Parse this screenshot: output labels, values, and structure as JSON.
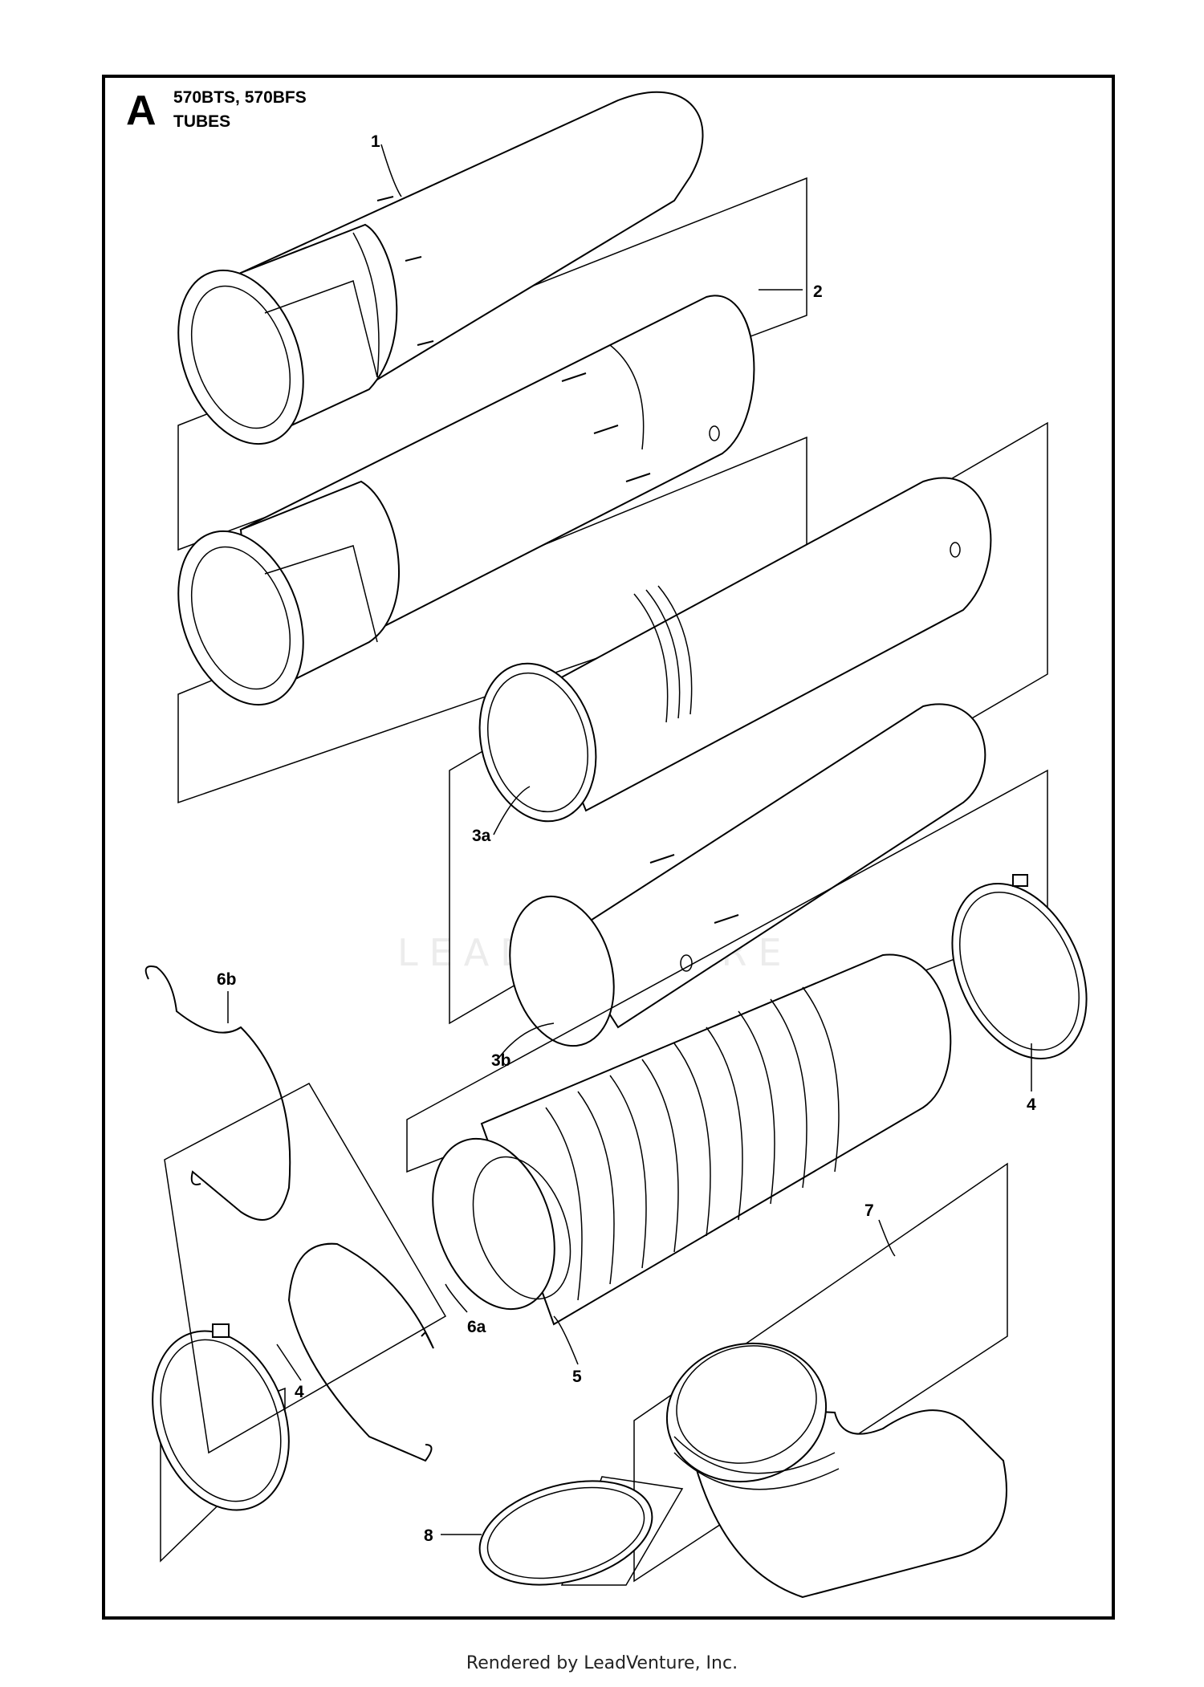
{
  "header": {
    "section_letter": "A",
    "models": "570BTS, 570BFS",
    "title": "TUBES"
  },
  "callouts": {
    "p1": "1",
    "p2": "2",
    "p3a": "3a",
    "p3b": "3b",
    "p4a": "4",
    "p4b": "4",
    "p5": "5",
    "p6a": "6a",
    "p6b": "6b",
    "p7": "7",
    "p8": "8"
  },
  "watermark": "LEADVENTURE",
  "footer": "Rendered by LeadVenture, Inc."
}
